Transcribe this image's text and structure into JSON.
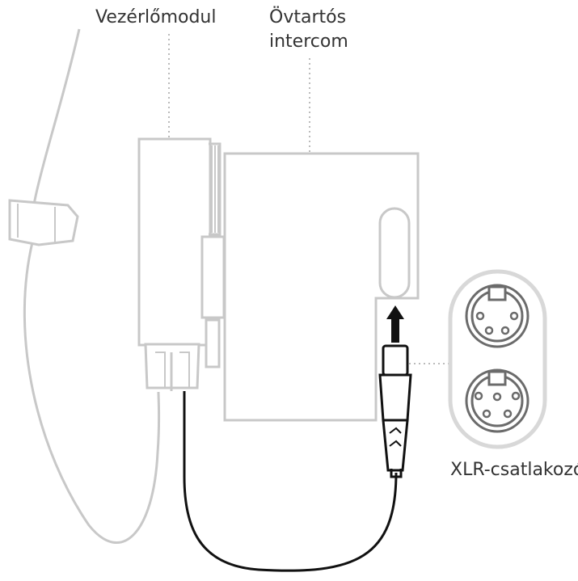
{
  "labels": {
    "control_module": "Vezérlőmodul",
    "intercom_line1": "Övtartós",
    "intercom_line2": "intercom",
    "xlr_connector": "XLR-csatlakozó"
  },
  "colors": {
    "outline_light": "#c8c8c8",
    "outline_dark": "#222222",
    "cable_gray": "#c8c8c8",
    "text": "#333333",
    "arrow": "#111111"
  },
  "icons": {
    "arrow": "arrow-up-icon",
    "pin_socket": "xlr-pin-icon"
  }
}
